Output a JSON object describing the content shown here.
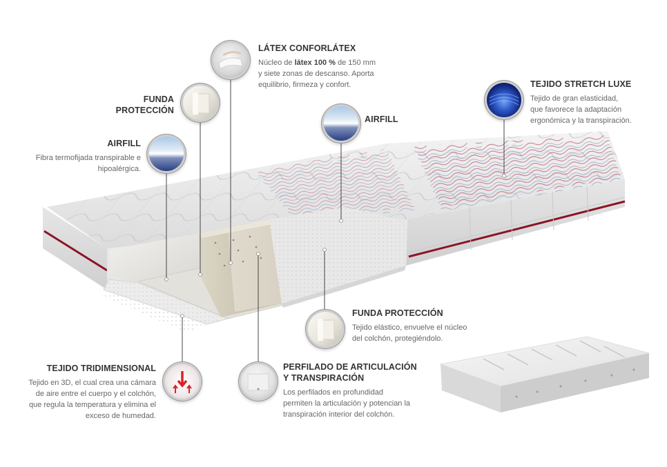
{
  "callouts": {
    "latex": {
      "title": "LÁTEX CONFORLÁTEX",
      "desc_pre": "Núcleo de ",
      "desc_bold": "látex 100 %",
      "desc_post": " de 150 mm",
      "line2": "y siete zonas de descanso. Aporta",
      "line3": "equilibrio, firmeza y confort.",
      "icon": "latex-sample-icon"
    },
    "funda_top": {
      "title_line1": "FUNDA",
      "title_line2": "PROTECCIÓN",
      "icon": "fabric-cover-icon"
    },
    "airfill_left": {
      "title": "AIRFILL",
      "line1": "Fibra termofijada transpirable e",
      "line2": "hipoalérgica.",
      "icon": "airfill-fiber-icon"
    },
    "airfill_mid": {
      "title": "AIRFILL",
      "icon": "airfill-fiber-icon"
    },
    "stretch": {
      "title": "TEJIDO STRETCH LUXE",
      "line1": "Tejido de gran elasticidad,",
      "line2": "que favorece la adaptación",
      "line3": "ergonómica y la transpiración.",
      "icon": "stretch-fabric-icon"
    },
    "funda_bottom": {
      "title": "FUNDA PROTECCIÓN",
      "line1": "Tejido elástico, envuelve el núcleo",
      "line2": "del colchón, protegiéndolo.",
      "icon": "fabric-cover-icon"
    },
    "tridimensional": {
      "title": "TEJIDO TRIDIMENSIONAL",
      "line1": "Tejido en 3D, el cual crea una cámara",
      "line2": "de aire entre el cuerpo y el colchón,",
      "line3": "que regula la temperatura y elimina el",
      "line4": "exceso de humedad.",
      "icon": "airflow-arrows-icon"
    },
    "perfilado": {
      "title_line1": "PERFILADO DE ARTICULACIÓN",
      "title_line2": "Y TRANSPIRACIÓN",
      "line1": "Los perfilados en profundidad",
      "line2": "permiten la articulación y potencian la",
      "line3": "transpiración interior del colchón.",
      "icon": "perforated-latex-icon"
    }
  },
  "colors": {
    "accent_red": "#8a1426",
    "title": "#333333",
    "body": "#666666",
    "leader": "#444444"
  }
}
